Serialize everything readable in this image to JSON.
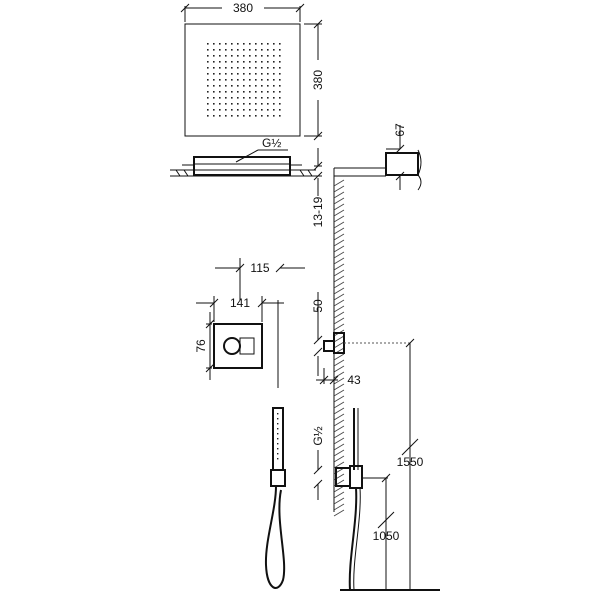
{
  "dimensions": {
    "head_width": "380",
    "head_height": "380",
    "head_thread": "G½",
    "arm_height": "67",
    "ceiling_gap": "13-19",
    "valve_offset": "115",
    "plate_width": "141",
    "plate_height": "76",
    "valve_depth": "50",
    "valve_wall": "43",
    "hose_thread": "G½",
    "valve_floor_height": "1550",
    "outlet_floor_height": "1050"
  }
}
